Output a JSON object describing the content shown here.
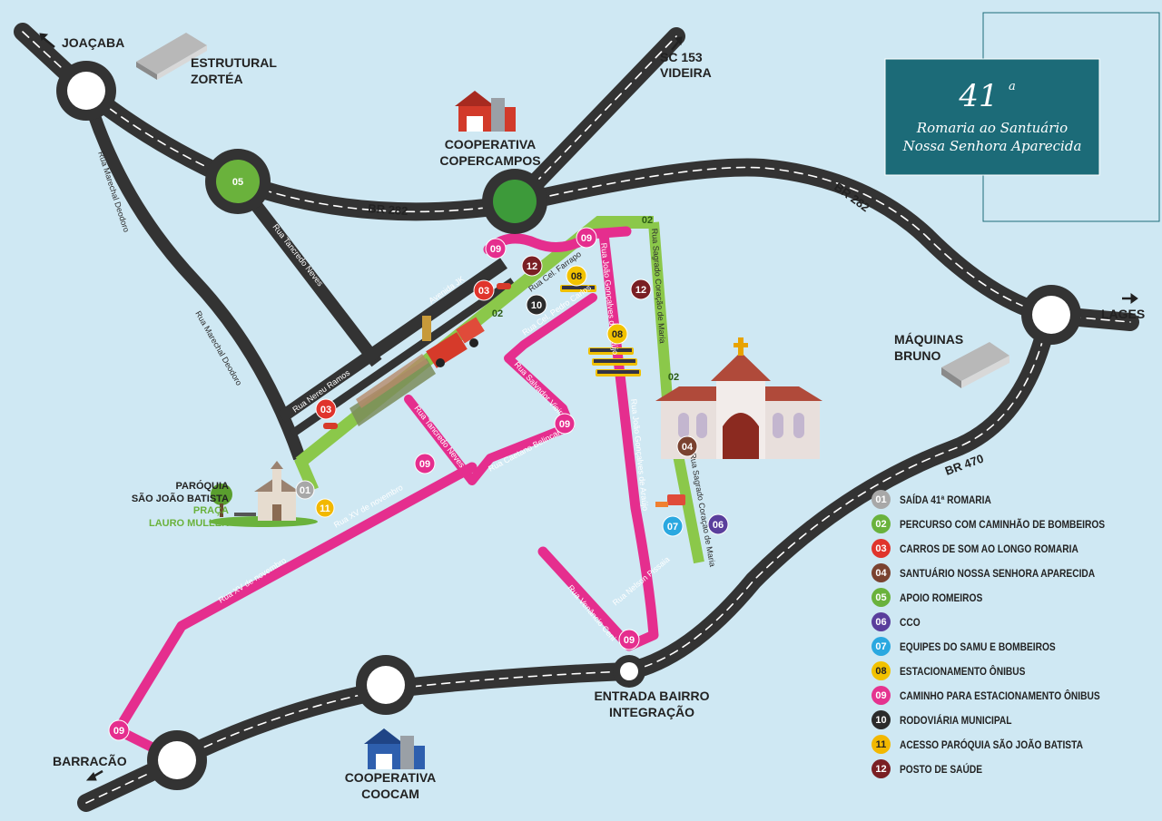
{
  "title": {
    "edition": "41",
    "ordinal": "a",
    "line1": "Romaria ao Santuário",
    "line2": "Nossa Senhora Aparecida",
    "bg_color": "#1c6b78"
  },
  "places": {
    "joacaba": "JOAÇABA",
    "estrutural_1": "ESTRUTURAL",
    "estrutural_2": "ZORTÉA",
    "coop_cop_1": "COOPERATIVA",
    "coop_cop_2": "COPERCAMPOS",
    "sc153_1": "SC 153",
    "sc153_2": "VIDEIRA",
    "lages": "LAGES",
    "maquinas_1": "MÁQUINAS",
    "maquinas_2": "BRUNO",
    "paroquia_1": "PARÓQUIA",
    "paroquia_2": "SÃO JOÃO BATISTA",
    "praca_1": "PRAÇA",
    "praca_2": "LAURO MULLER",
    "entrada_1": "ENTRADA BAIRRO",
    "entrada_2": "INTEGRAÇÃO",
    "barracao": "BARRACÃO",
    "coocam_1": "COOPERATIVA",
    "coocam_2": "COOCAM"
  },
  "roads": {
    "br282_a": "BR 282",
    "br282_b": "BR 282",
    "br470": "BR 470"
  },
  "streets": {
    "marechal_a": "Rua Marechal Deodoro",
    "marechal_b": "Rua Marechal Deodoro",
    "tancredo_a": "Rua Tancredo Neves",
    "tancredo_b": "Rua Tancredo Neves",
    "avenida_jk": "Avenida JK",
    "nereu": "Rua Nereu Ramos",
    "xv_a": "Rua XV de novembro",
    "xv_b": "Rua XV de novembro",
    "cel_farrapo": "Rua Cel. Farrapo",
    "cel_pedro": "Rua Cel. Pedro Carlos",
    "salvador": "Rua Salvador Vieira",
    "caetano": "Rua Caetano Belincanta",
    "joao_goncalves_a": "Rua João Gonçalves de Araújo",
    "joao_goncalves_b": "Rua João Gonçalves de Araújo",
    "sagrado_a": "Rua Sagrado Coração de Maria",
    "sagrado_b": "Rua Sagrado Coração de Maria",
    "venancio": "Rua Venâncio Ceni",
    "nelson": "Rua Nelson Pissaia"
  },
  "markers": {
    "m01": "01",
    "m02a": "02",
    "m02b": "02",
    "m02c": "02",
    "m03a": "03",
    "m03b": "03",
    "m04": "04",
    "m05": "05",
    "m06": "06",
    "m07": "07",
    "m08a": "08",
    "m08b": "08",
    "m09a": "09",
    "m09b": "09",
    "m09c": "09",
    "m09d": "09",
    "m09e": "09",
    "m09f": "09",
    "m10": "10",
    "m11": "11",
    "m12a": "12",
    "m12b": "12"
  },
  "legend": [
    {
      "num": "01",
      "color": "#a8a8a8",
      "text": "SAÍDA 41ª ROMARIA"
    },
    {
      "num": "02",
      "color": "#6ab23c",
      "text": "PERCURSO COM CAMINHÃO DE BOMBEIROS"
    },
    {
      "num": "03",
      "color": "#e0342c",
      "text": "CARROS DE SOM AO LONGO ROMARIA"
    },
    {
      "num": "04",
      "color": "#7a4230",
      "text": "SANTUÁRIO NOSSA SENHORA APARECIDA"
    },
    {
      "num": "05",
      "color": "#6ab23c",
      "text": "APOIO ROMEIROS"
    },
    {
      "num": "06",
      "color": "#5a3e9c",
      "text": "CCO"
    },
    {
      "num": "07",
      "color": "#2aa8e0",
      "text": "EQUIPES DO SAMU E BOMBEIROS"
    },
    {
      "num": "08",
      "color": "#f2c200",
      "text": "ESTACIONAMENTO ÔNIBUS"
    },
    {
      "num": "09",
      "color": "#e5338f",
      "text": "CAMINHO PARA ESTACIONAMENTO ÔNIBUS"
    },
    {
      "num": "10",
      "color": "#2b2b2b",
      "text": "RODOVIÁRIA MUNICIPAL"
    },
    {
      "num": "11",
      "color": "#f2b800",
      "text": "ACESSO PARÓQUIA SÃO JOÃO BATISTA"
    },
    {
      "num": "12",
      "color": "#7a1f24",
      "text": "POSTO DE SAÚDE"
    }
  ],
  "colors": {
    "water": "#cfe8f3",
    "road": "#333333",
    "pink_route": "#e52e8e",
    "green_route": "#8bc84a",
    "dash": "#ffffff"
  }
}
